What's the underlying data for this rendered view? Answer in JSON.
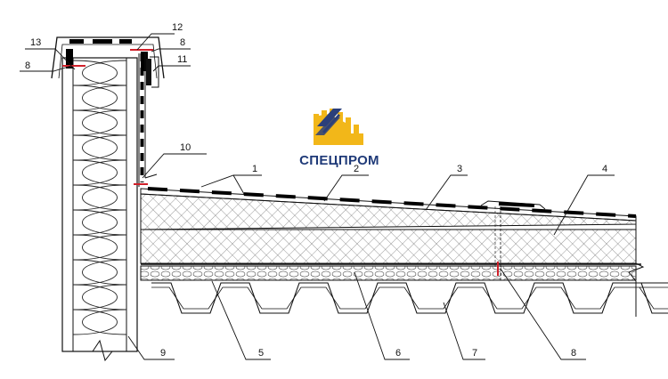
{
  "logo": {
    "text": "СПЕЦПРОМ",
    "text_color": "#1f3a78",
    "icon_color": "#f2b719",
    "beam_color": "#2b3f7a"
  },
  "callouts": [
    {
      "id": "c13",
      "label": "13"
    },
    {
      "id": "c8a",
      "label": "8"
    },
    {
      "id": "c12",
      "label": "12"
    },
    {
      "id": "c8b",
      "label": "8"
    },
    {
      "id": "c11",
      "label": "11"
    },
    {
      "id": "c10",
      "label": "10"
    },
    {
      "id": "c1",
      "label": "1"
    },
    {
      "id": "c2",
      "label": "2"
    },
    {
      "id": "c3",
      "label": "3"
    },
    {
      "id": "c4",
      "label": "4"
    },
    {
      "id": "c9",
      "label": "9"
    },
    {
      "id": "c5",
      "label": "5"
    },
    {
      "id": "c6",
      "label": "6"
    },
    {
      "id": "c7",
      "label": "7"
    },
    {
      "id": "c8c",
      "label": "8"
    }
  ],
  "colors": {
    "line": "#111111",
    "fastener": "#d0202a",
    "membrane": "#000000"
  }
}
